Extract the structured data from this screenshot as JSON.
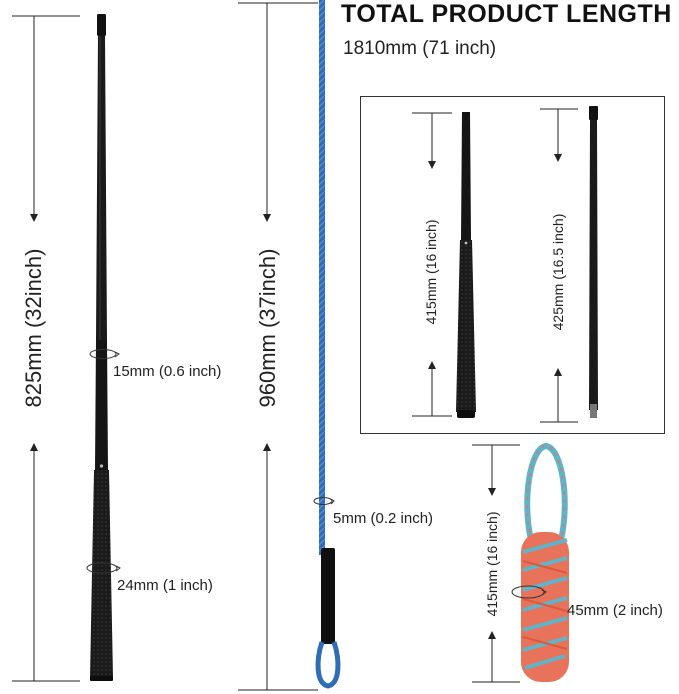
{
  "title": "TOTAL PRODUCT LENGTH",
  "subtitle": "1810mm (71 inch)",
  "stick_one": {
    "length_label": "825mm (32inch)",
    "top_diameter_label": "15mm (0.6 inch)",
    "grip_diameter_label": "24mm (1 inch)"
  },
  "rope_stick": {
    "length_label": "960mm (37inch)",
    "rope_diameter_label": "5mm (0.2 inch)"
  },
  "inset": {
    "grip_section_label": "415mm (16 inch)",
    "shaft_section_label": "425mm (16.5 inch)"
  },
  "rope_toy": {
    "length_label": "415mm (16 inch)",
    "diameter_label": "45mm (2 inch)"
  },
  "colors": {
    "rope_blue": "#2f6db5",
    "toy_orange": "#e8735a",
    "toy_teal": "#5fb4c9",
    "shaft_black": "#111111"
  }
}
